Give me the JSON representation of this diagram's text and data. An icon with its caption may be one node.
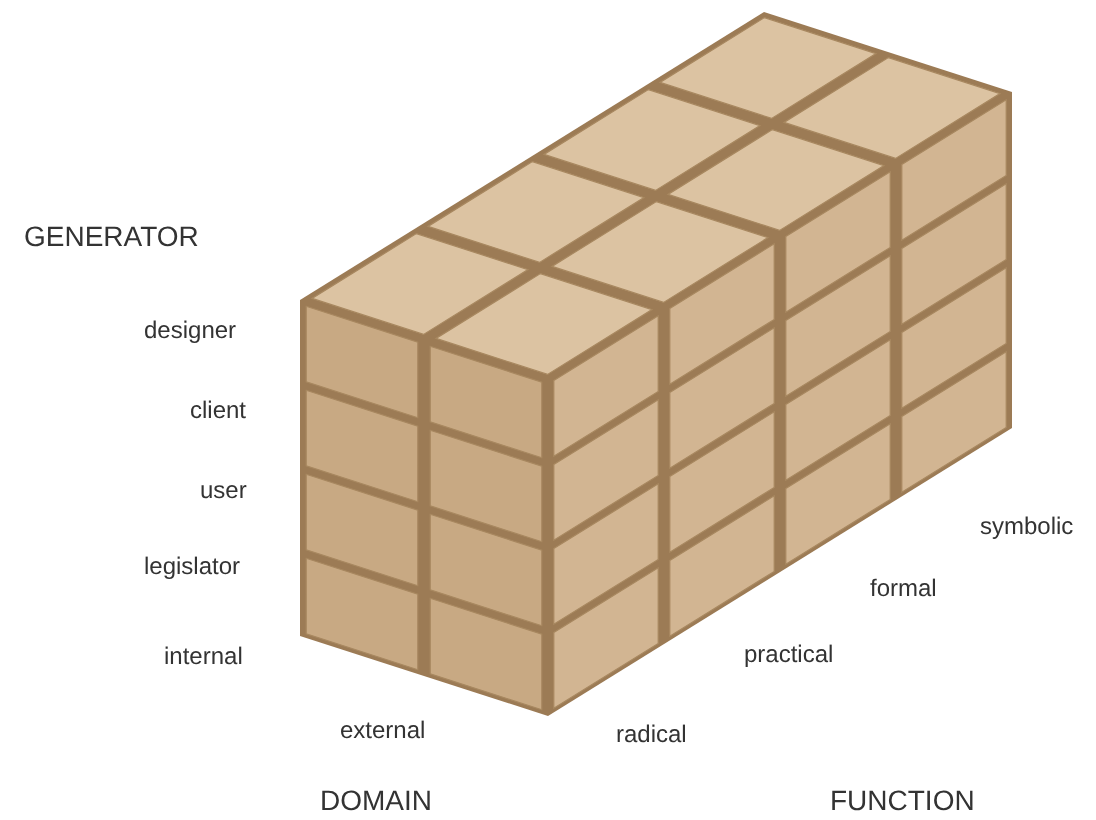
{
  "diagram": {
    "labels": [
      "GENERATOR",
      "designer",
      "client",
      "user",
      "legislator",
      "internal",
      "external",
      "radical",
      "practical",
      "formal",
      "symbolic",
      "DOMAIN",
      "FUNCTION"
    ]
  }
}
